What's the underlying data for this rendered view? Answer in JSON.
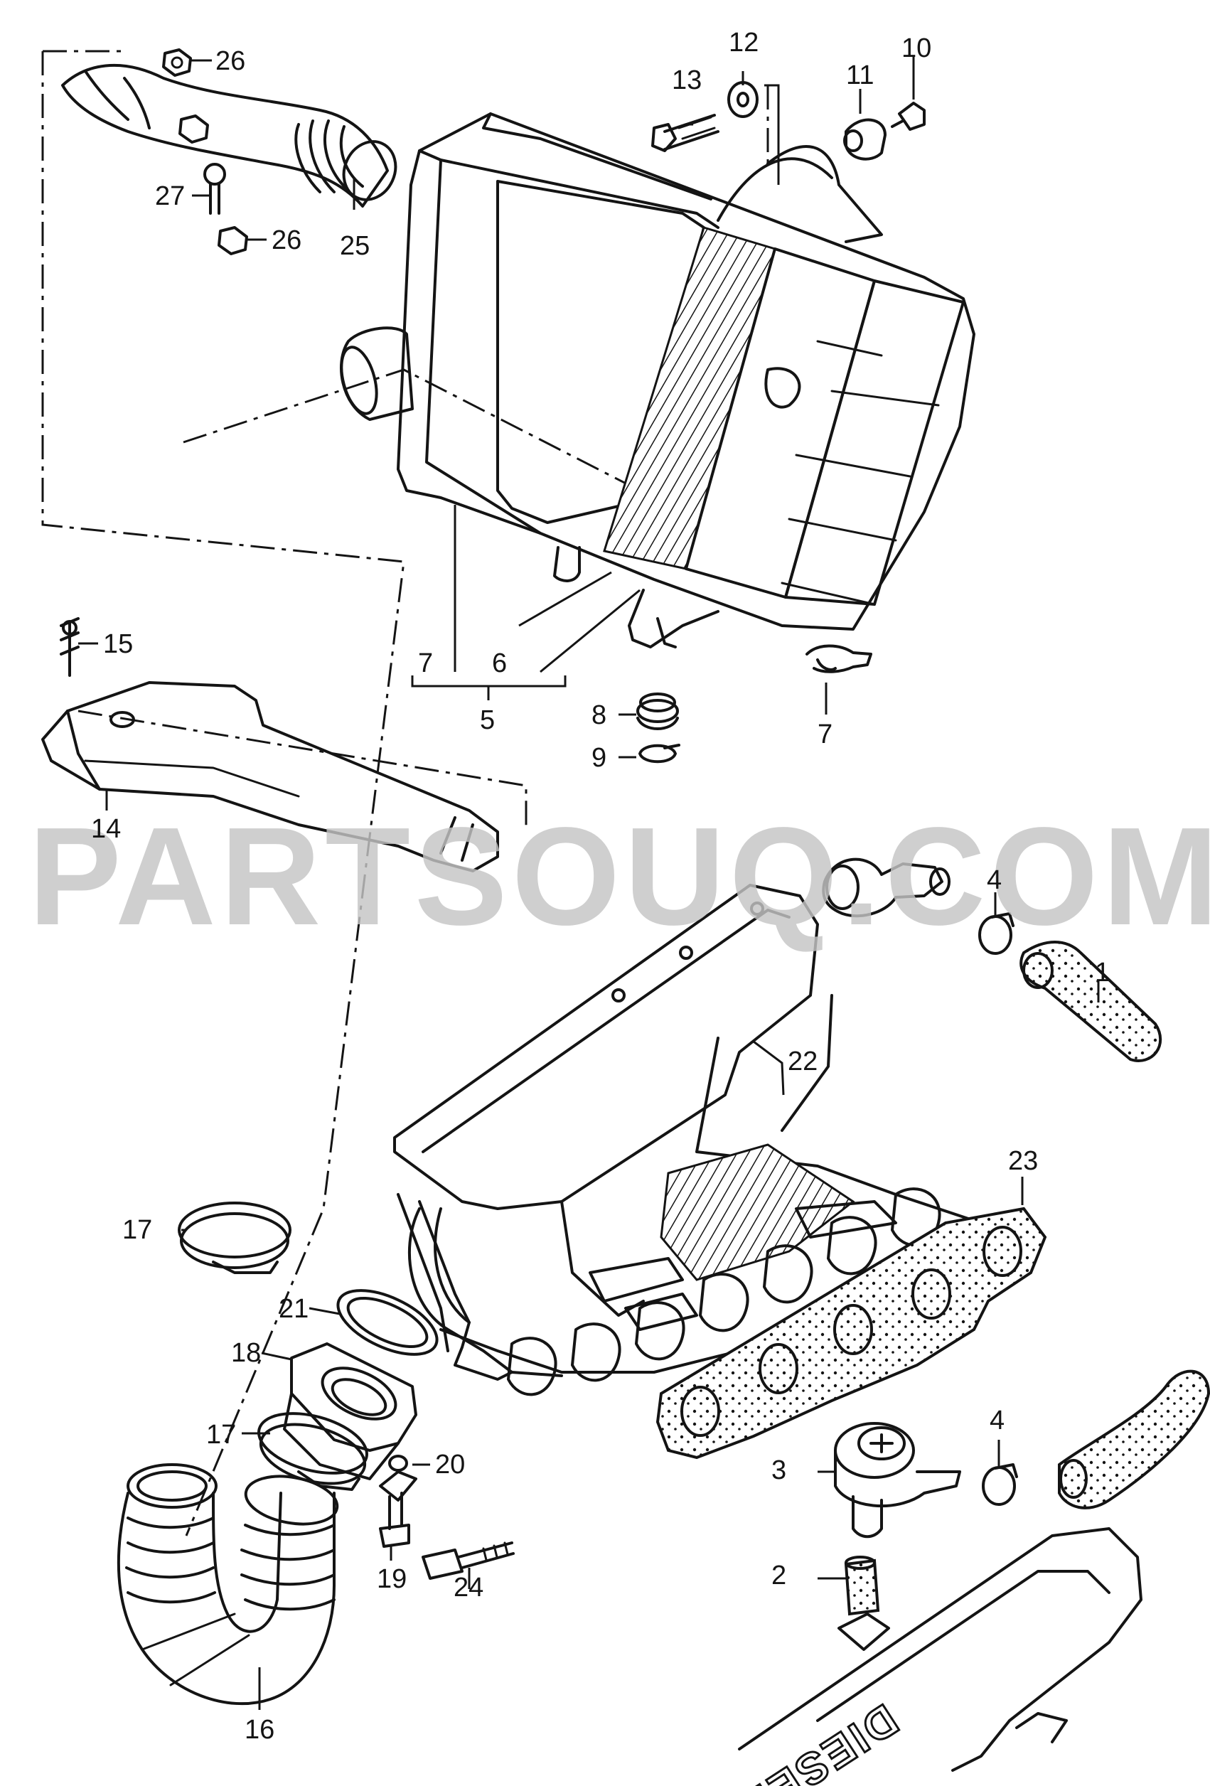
{
  "watermark": "PARTSOUQ.COM",
  "cover_text": "DIESEL",
  "callouts": [
    "1",
    "2",
    "3",
    "4",
    "4",
    "5",
    "6",
    "7",
    "7",
    "8",
    "9",
    "10",
    "11",
    "12",
    "13",
    "14",
    "15",
    "16",
    "17",
    "17",
    "18",
    "19",
    "20",
    "21",
    "22",
    "23",
    "24",
    "25",
    "26",
    "26",
    "27"
  ]
}
